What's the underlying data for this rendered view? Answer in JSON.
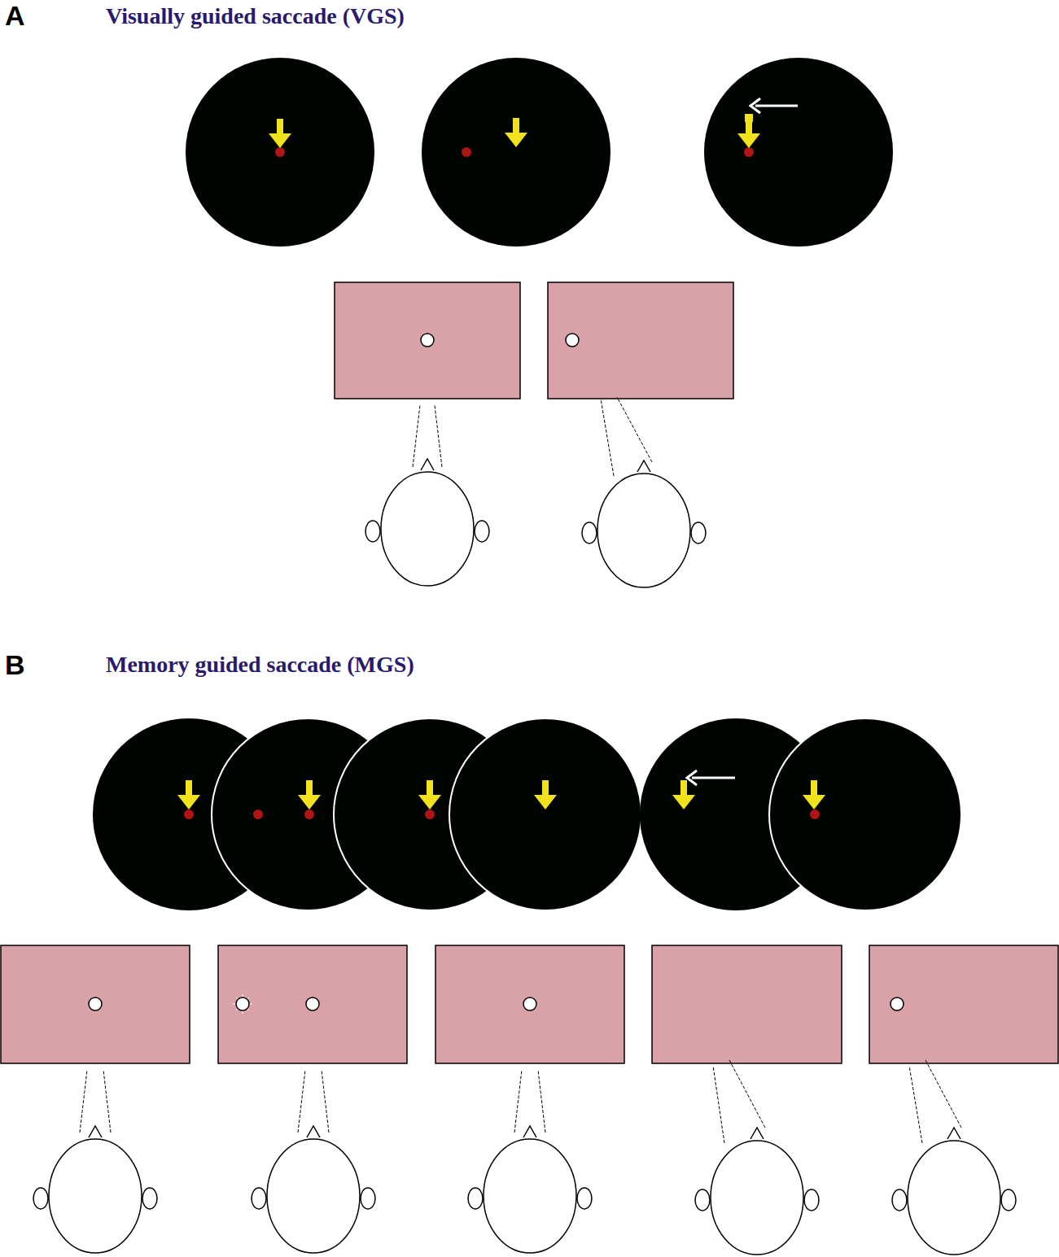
{
  "diagram": {
    "labels": [
      "A",
      "Visually guided saccade (VGS)",
      "B",
      "Memory guided saccade (MGS)"
    ]
  }
}
